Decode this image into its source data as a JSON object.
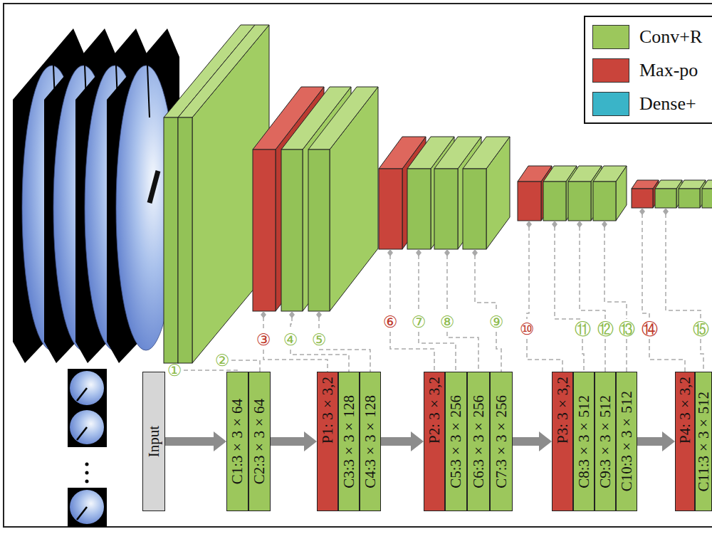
{
  "diagram": {
    "nodes": [
      {
        "text": [
          "Input"
        ]
      },
      {
        "text": [
          "C1:3×3×64"
        ]
      },
      {
        "text": [
          "C2:3×3×64"
        ]
      },
      {
        "text": [
          "P1: 3×3,2"
        ]
      },
      {
        "text": [
          "C3:3×3×128"
        ]
      },
      {
        "text": [
          "C4:3×3×128"
        ]
      },
      {
        "text": [
          "P2: 3×3,2"
        ]
      },
      {
        "text": [
          "C5:3×3×256"
        ]
      },
      {
        "text": [
          "C6:3×3×256"
        ]
      },
      {
        "text": [
          "C7:3×3×256"
        ]
      },
      {
        "text": [
          "P3: 3×3,2"
        ]
      },
      {
        "text": [
          "C8:3×3×512"
        ]
      },
      {
        "text": [
          "C9:3×3×512"
        ]
      },
      {
        "text": [
          "C10:3×3×512"
        ]
      },
      {
        "text": [
          "P4: 3×3,2"
        ]
      },
      {
        "text": [
          "C11:3×3×512"
        ]
      }
    ],
    "edges": [
      {
        "from": 0,
        "to": 1,
        "arrow": "to"
      },
      {
        "from": 2,
        "to": 3,
        "arrow": "to"
      },
      {
        "from": 5,
        "to": 6,
        "arrow": "to"
      },
      {
        "from": 9,
        "to": 10,
        "arrow": "to"
      },
      {
        "from": 13,
        "to": 14,
        "arrow": "to"
      }
    ],
    "labels": [
      "①",
      "②",
      "③",
      "④",
      "⑤",
      "⑥",
      "⑦",
      "⑧",
      "⑨",
      "⑩",
      "⑪",
      "⑫",
      "⑬",
      "⑭",
      "⑮"
    ],
    "legend": [
      {
        "text": "Conv+R",
        "color": "#9cc75c"
      },
      {
        "text": "Max-po",
        "color": "#c9443b"
      },
      {
        "text": "Dense+",
        "color": "#3ab4c8"
      }
    ]
  }
}
